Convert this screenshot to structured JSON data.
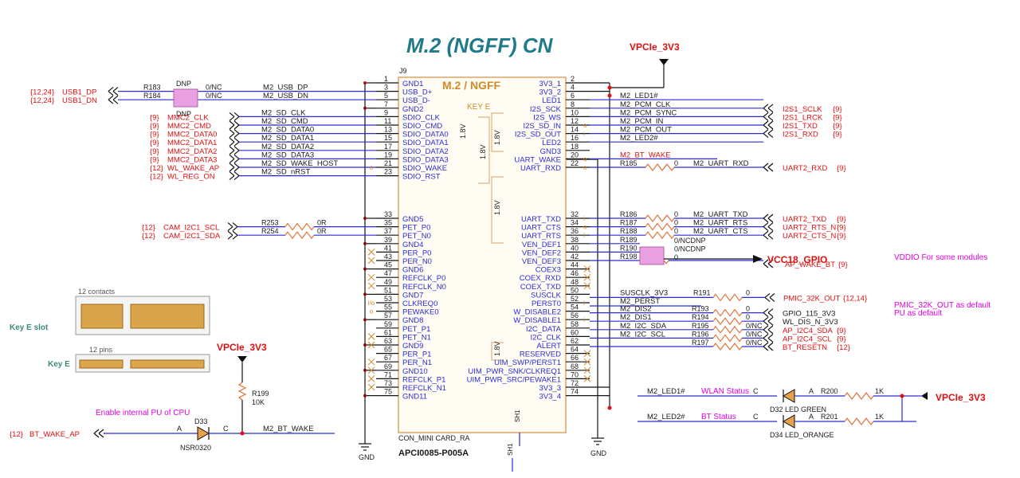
{
  "title": "M.2 (NGFF) CN",
  "connector": {
    "ref": "J9",
    "header": "M.2 / NGFF",
    "key": "KEY E",
    "type_label": "CON_MINI CARD_RA",
    "part_number": "APCI0085-P005A",
    "sh1": "SH1",
    "voltage_bar": "1.8V"
  },
  "left_pins": [
    {
      "n": "1",
      "name": "GND1"
    },
    {
      "n": "3",
      "name": "USB_D+"
    },
    {
      "n": "5",
      "name": "USB_D-"
    },
    {
      "n": "7",
      "name": "GND2"
    },
    {
      "n": "9",
      "name": "SDIO_CLK"
    },
    {
      "n": "11",
      "name": "SDIO_CMD"
    },
    {
      "n": "13",
      "name": "SDIO_DATA0"
    },
    {
      "n": "15",
      "name": "SDIO_DATA1"
    },
    {
      "n": "17",
      "name": "SDIO_DATA2"
    },
    {
      "n": "19",
      "name": "SDIO_DATA3"
    },
    {
      "n": "21",
      "name": "SDIO_WAKE"
    },
    {
      "n": "23",
      "name": "SDIO_RST"
    },
    {
      "n": "33",
      "name": "GND5"
    },
    {
      "n": "35",
      "name": "PET_P0"
    },
    {
      "n": "37",
      "name": "PET_N0"
    },
    {
      "n": "39",
      "name": "GND4"
    },
    {
      "n": "41",
      "name": "PER_P0"
    },
    {
      "n": "43",
      "name": "PER_N0"
    },
    {
      "n": "45",
      "name": "GND6"
    },
    {
      "n": "47",
      "name": "REFCLK_P0"
    },
    {
      "n": "49",
      "name": "REFCLK_N0"
    },
    {
      "n": "51",
      "name": "GND7"
    },
    {
      "n": "53",
      "name": "CLKREQ0"
    },
    {
      "n": "55",
      "name": "PEWAKE0"
    },
    {
      "n": "57",
      "name": "GND8"
    },
    {
      "n": "59",
      "name": "PET_P1"
    },
    {
      "n": "61",
      "name": "PET_N1"
    },
    {
      "n": "63",
      "name": "GND9"
    },
    {
      "n": "65",
      "name": "PER_P1"
    },
    {
      "n": "67",
      "name": "PER_N1"
    },
    {
      "n": "69",
      "name": "GND10"
    },
    {
      "n": "71",
      "name": "REFCLK_P1"
    },
    {
      "n": "73",
      "name": "REFCLK_N1"
    },
    {
      "n": "75",
      "name": "GND11"
    }
  ],
  "right_pins": [
    {
      "n": "2",
      "name": "3V3_1"
    },
    {
      "n": "4",
      "name": "3V3_2"
    },
    {
      "n": "6",
      "name": "LED1"
    },
    {
      "n": "8",
      "name": "I2S_SCK"
    },
    {
      "n": "10",
      "name": "I2S_WS"
    },
    {
      "n": "12",
      "name": "I2S_SD_IN"
    },
    {
      "n": "14",
      "name": "I2S_SD_OUT"
    },
    {
      "n": "16",
      "name": "LED2"
    },
    {
      "n": "18",
      "name": "GND3"
    },
    {
      "n": "20",
      "name": "UART_WAKE"
    },
    {
      "n": "22",
      "name": "UART_RXD"
    },
    {
      "n": "32",
      "name": "UART_TXD"
    },
    {
      "n": "34",
      "name": "UART_CTS"
    },
    {
      "n": "36",
      "name": "UART_RTS"
    },
    {
      "n": "38",
      "name": "VEN_DEF1"
    },
    {
      "n": "40",
      "name": "VEN_DEF2"
    },
    {
      "n": "42",
      "name": "VEN_DEF3"
    },
    {
      "n": "44",
      "name": "COEX3"
    },
    {
      "n": "46",
      "name": "COEX_RXD"
    },
    {
      "n": "48",
      "name": "COEX_TXD"
    },
    {
      "n": "50",
      "name": "SUSCLK"
    },
    {
      "n": "52",
      "name": "PERST0"
    },
    {
      "n": "54",
      "name": "W_DISABLE2"
    },
    {
      "n": "56",
      "name": "W_DISABLE1"
    },
    {
      "n": "58",
      "name": "I2C_DATA"
    },
    {
      "n": "60",
      "name": "I2C_CLK"
    },
    {
      "n": "62",
      "name": "ALERT"
    },
    {
      "n": "64",
      "name": "RESERVED"
    },
    {
      "n": "66",
      "name": "UIM_SWP/PERST1"
    },
    {
      "n": "68",
      "name": "UIM_PWR_SNK/CLKREQ1"
    },
    {
      "n": "70",
      "name": "UIM_PWR_SRC/PEWAKE1"
    },
    {
      "n": "72",
      "name": "3V3_3"
    },
    {
      "n": "74",
      "name": "3V3_4"
    }
  ],
  "left_nets": [
    {
      "sheet": "{12,24}",
      "name": "USB1_DP",
      "ref": "R183",
      "val": "0/NC",
      "net": "M2_USB_DP"
    },
    {
      "sheet": "{12,24}",
      "name": "USB1_DN",
      "ref": "R184",
      "val": "0/NC",
      "net": "M2_USB_DN"
    },
    {
      "sheet": "{9}",
      "name": "MMC2_CLK",
      "net": "M2_SD_CLK"
    },
    {
      "sheet": "{9}",
      "name": "MMC2_CMD",
      "net": "M2_SD_CMD"
    },
    {
      "sheet": "{9}",
      "name": "MMC2_DATA0",
      "net": "M2_SD_DATA0"
    },
    {
      "sheet": "{9}",
      "name": "MMC2_DATA1",
      "net": "M2_SD_DATA1"
    },
    {
      "sheet": "{9}",
      "name": "MMC2_DATA2",
      "net": "M2_SD_DATA2"
    },
    {
      "sheet": "{9}",
      "name": "MMC2_DATA3",
      "net": "M2_SD_DATA3"
    },
    {
      "sheet": "{12}",
      "name": "WL_WAKE_AP",
      "net": "M2_SD_WAKE_HOST"
    },
    {
      "sheet": "{12}",
      "name": "WL_REG_ON",
      "net": "M2_SD_nRST"
    },
    {
      "sheet": "{12}",
      "name": "CAM_I2C1_SCL",
      "ref": "R253",
      "val": "0R"
    },
    {
      "sheet": "{12}",
      "name": "CAM_I2C1_SDA",
      "ref": "R254",
      "val": "0R"
    }
  ],
  "dnp": "DNP",
  "right_nets": [
    {
      "net": "M2_LED1#"
    },
    {
      "net": "M2_PCM_CLK",
      "name": "I2S1_SCLK",
      "sheet": "{9}"
    },
    {
      "net": "M2_PCM_SYNC",
      "name": "I2S1_LRCK",
      "sheet": "{9}"
    },
    {
      "net": "M2_PCM_IN",
      "name": "I2S1_TXD",
      "sheet": "{9}"
    },
    {
      "net": "M2_PCM_OUT",
      "name": "I2S1_RXD",
      "sheet": "{9}"
    },
    {
      "net": "M2_LED2#"
    }
  ],
  "bt_wake_label": "M2_BT_WAKE",
  "uart": [
    {
      "ref": "R185",
      "val": "0",
      "net": "M2_UART_RXD",
      "name": "UART2_RXD",
      "sheet": "{9}"
    },
    {
      "ref": "R186",
      "val": "0",
      "net": "M2_UART_TXD",
      "name": "UART2_TXD",
      "sheet": "{9}"
    },
    {
      "ref": "R187",
      "val": "0",
      "net": "M2_UART_RTS",
      "name": "UART2_RTS_N",
      "sheet": "{9}"
    },
    {
      "ref": "R188",
      "val": "0",
      "net": "M2_UART_CTS",
      "name": "UART2_CTS_N",
      "sheet": "{9}"
    }
  ],
  "vdef": [
    {
      "ref": "R189",
      "val": "0/NCDNP"
    },
    {
      "ref": "R190",
      "val": "0/NCDNP"
    },
    {
      "ref": "R198",
      "val": "0"
    }
  ],
  "vcc18": "VCC18_GPIO",
  "vddio_note": "VDDIO For some modules",
  "ap_wake_bt": "AP_WAKE_BT",
  "ap_wake_bt_sheet": "{9}",
  "susclk": {
    "net": "SUSCLK_3V3",
    "ref": "R191",
    "val": "0",
    "name": "PMIC_32K_OUT",
    "sheet": "{12,14}"
  },
  "perst": "M2_PERST",
  "pmic_note_1": "PMIC_32K_OUT as default",
  "pmic_note_2": "PU as default",
  "lower_right": [
    {
      "net": "M2_DIS2",
      "ref": "R193",
      "val": "0",
      "name": "GPIO_115_3V3"
    },
    {
      "net": "M2_DIS1",
      "ref": "R194",
      "val": "0",
      "name": "WL_DIS_N_3V3"
    },
    {
      "net": "M2_I2C_SDA",
      "ref": "R195",
      "val": "0/NC",
      "name": "AP_I2C4_SDA",
      "sheet": "{9}"
    },
    {
      "net": "M2_I2C_SCL",
      "ref": "R196",
      "val": "0/NC",
      "name": "AP_I2C4_SCL",
      "sheet": "{9}"
    },
    {
      "ref": "R197",
      "val": "0/NC",
      "name": "BT_RESETN",
      "sheet": "{12}"
    }
  ],
  "vpcie": "VPCIe_3V3",
  "pullup": {
    "ref": "R199",
    "val": "10K"
  },
  "enable_note": "Enable internal PU of CPU",
  "diode": {
    "ref": "D33",
    "part": "NSR0320",
    "a": "A",
    "c": "C"
  },
  "bt_wake_ap": {
    "sheet": "{12}",
    "name": "BT_WAKE_AP"
  },
  "gnd": "GND",
  "leds": [
    {
      "net": "M2_LED1#",
      "status": "WLAN Status",
      "ref": "D32",
      "color": "LED GREEN",
      "r": "R200",
      "val": "1K",
      "c": "C",
      "a": "A"
    },
    {
      "net": "M2_LED2#",
      "status": "BT Status",
      "ref": "D34",
      "color": "LED_ORANGE",
      "r": "R201",
      "val": "1K",
      "c": "C",
      "a": "A"
    }
  ],
  "key_fig": {
    "contacts": "12 contacts",
    "slot": "Key E slot",
    "pins": "12 pins",
    "key": "Key E"
  },
  "small_marks": {
    "i": "i",
    "o": "o",
    "io": "i/o"
  }
}
